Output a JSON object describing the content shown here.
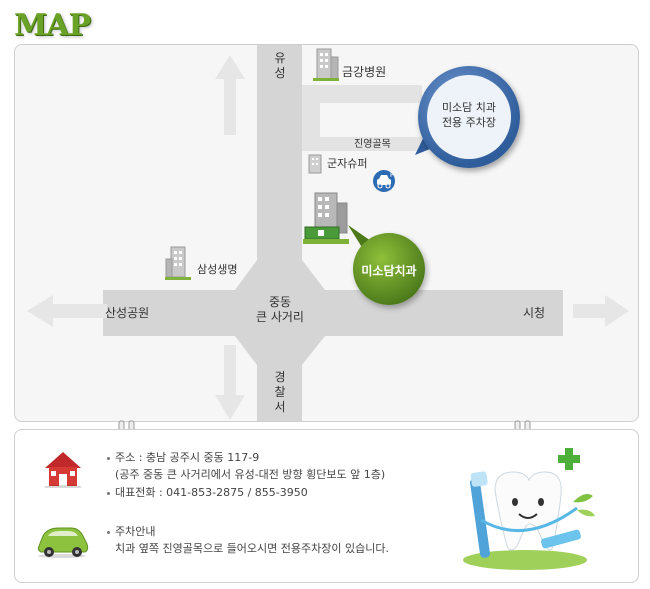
{
  "header": {
    "logo_text": "MAP"
  },
  "map": {
    "labels": {
      "yuseong": "유성",
      "geumgang_hospital": "금강병원",
      "jinyeong_alley": "진영골목",
      "gunja_super": "군자슈퍼",
      "samsung_life": "삼성생명",
      "sanseong_park": "산성공원",
      "city_hall": "시청",
      "intersection": "중동\n큰 사거리",
      "police_station": "경찰서"
    },
    "bubbles": {
      "parking": "미소담 치과\n전용 주차장",
      "clinic": "미소담치과"
    },
    "icons": [
      "building-icon",
      "parking-car-icon",
      "clinic-building-icon",
      "arrow-up-icon",
      "arrow-down-icon",
      "arrow-left-icon",
      "arrow-right-icon"
    ]
  },
  "info": {
    "address_label": "주소 : 충남 공주시 중동 117-9",
    "address_detail": "(공주 중동 큰 사거리에서 유성-대전 방향 횡단보도 앞 1층)",
    "phone": "대표전화 : 041-853-2875 / 855-3950",
    "parking_title": "주차안내",
    "parking_detail": "치과 옆쪽 진영골목으로 들어오시면 전용주차장이 있습니다.",
    "icons": [
      "house-icon",
      "car-icon",
      "tooth-character-icon",
      "green-cross-icon"
    ]
  },
  "colors": {
    "brand_green": "#6aa227",
    "road": "#d5d5d5",
    "parking_bubble": "#2f5d9b",
    "clinic_bubble": "#4c7a1b"
  }
}
